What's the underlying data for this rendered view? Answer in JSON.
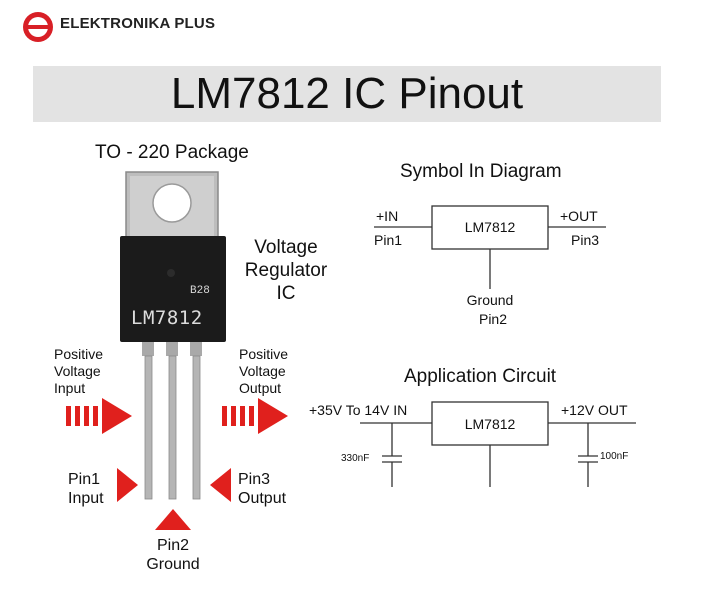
{
  "brand": {
    "name": "ELEKTRONIKA PLUS",
    "logo_icon": "circle-e-logo-icon",
    "color": "#d81f26"
  },
  "title": "LM7812 IC Pinout",
  "package": {
    "heading": "TO - 220 Package",
    "ic_marking_code": "B28",
    "ic_marking_name": "LM7812",
    "side_label": [
      "Voltage",
      "Regulator",
      "IC"
    ],
    "positive_input": [
      "Positive",
      "Voltage",
      "Input"
    ],
    "positive_output": [
      "Positive",
      "Voltage",
      "Output"
    ],
    "pin1": [
      "Pin1",
      "Input"
    ],
    "pin3": [
      "Pin3",
      "Output"
    ],
    "pin2": [
      "Pin2",
      "Ground"
    ],
    "arrow_color": "#e0201d"
  },
  "symbol": {
    "heading": "Symbol In Diagram",
    "box_label": "LM7812",
    "in_label": "+IN",
    "in_pin": "Pin1",
    "out_label": "+OUT",
    "out_pin": "Pin3",
    "ground_label": "Ground",
    "ground_pin": "Pin2"
  },
  "application": {
    "heading": "Application Circuit",
    "box_label": "LM7812",
    "input_label": "+35V To 14V IN",
    "output_label": "+12V OUT",
    "input_cap": "330nF",
    "output_cap": "100nF"
  }
}
